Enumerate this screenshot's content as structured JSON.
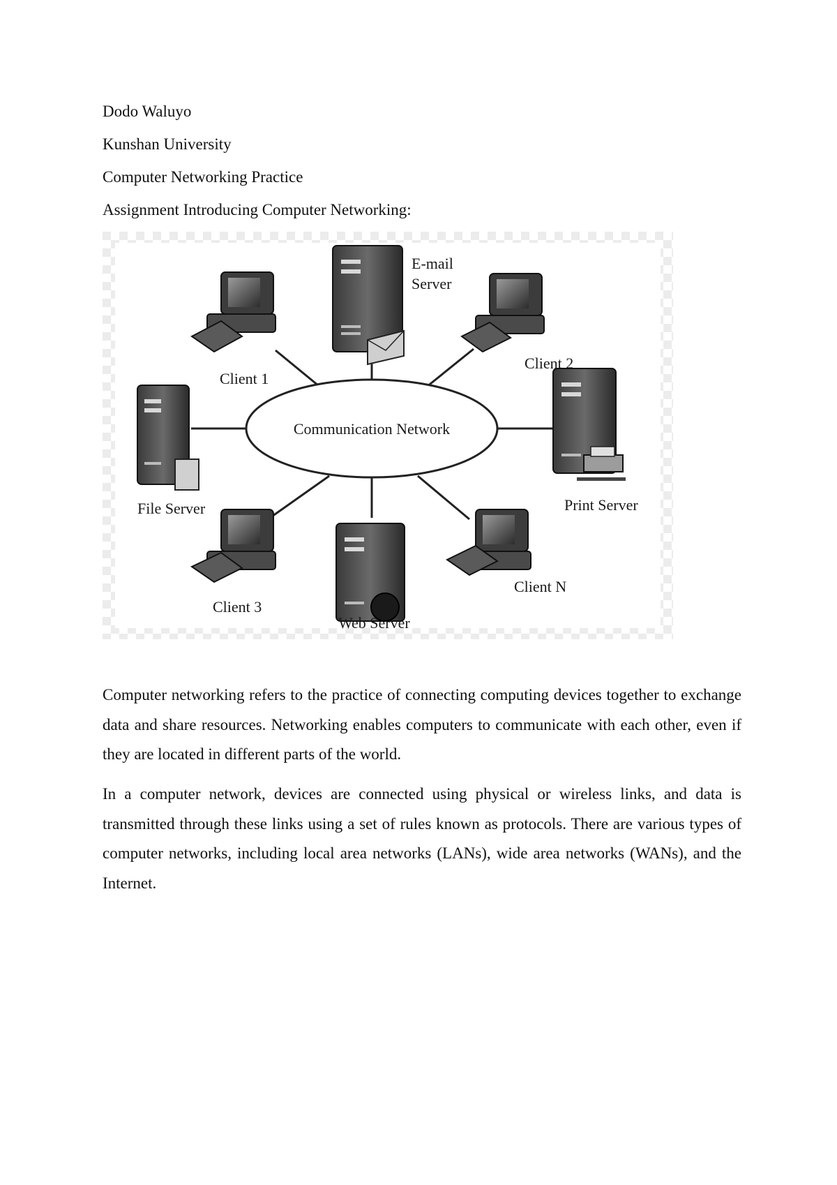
{
  "document": {
    "author": "Dodo Waluyo",
    "institution": "Kunshan University",
    "course": "Computer Networking Practice",
    "assignment_title": "Assignment Introducing Computer Networking:"
  },
  "diagram": {
    "center_label": "Communication Network",
    "nodes": {
      "email_server_line1": "E-mail",
      "email_server_line2": "Server",
      "client_1": "Client 1",
      "client_2": "Client 2",
      "client_3": "Client 3",
      "client_n": "Client N",
      "file_server": "File Server",
      "print_server": "Print Server",
      "web_server": "Web Server"
    }
  },
  "body": {
    "paragraph_1": "Computer networking refers to the practice of connecting computing devices together to exchange data and share resources. Networking enables computers to communicate with each other, even if they are located in different parts of the world.",
    "paragraph_2": "In a computer network, devices are connected using physical or wireless links, and data is transmitted through these links using a set of rules known as protocols. There are various types of computer networks, including local area networks (LANs), wide area networks (WANs), and the Internet."
  }
}
